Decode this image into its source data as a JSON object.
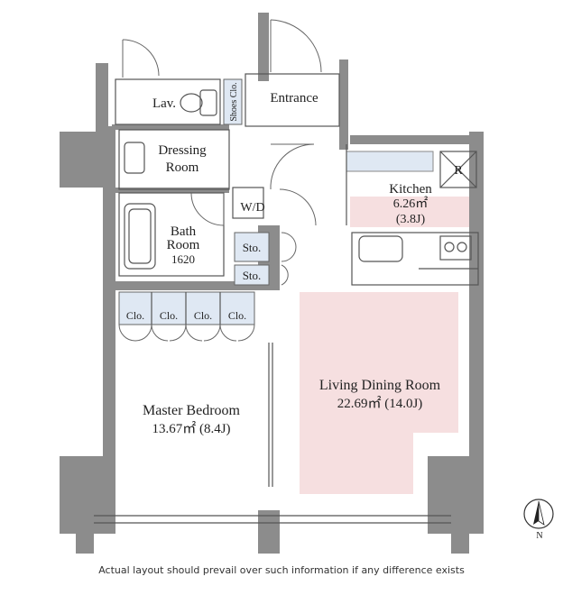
{
  "rooms": {
    "lav": "Lav.",
    "shoes": "Shoes Clo.",
    "entrance": "Entrance",
    "dressing_1": "Dressing",
    "dressing_2": "Room",
    "wd": "W/D",
    "bath_1": "Bath",
    "bath_2": "Room",
    "bath_size": "1620",
    "kitchen_1": "Kitchen",
    "kitchen_2": "6.26㎡",
    "kitchen_3": "(3.8J)",
    "refrigerator": "R",
    "storage_1": "Sto.",
    "storage_2": "Sto.",
    "closets": [
      "Clo.",
      "Clo.",
      "Clo.",
      "Clo."
    ],
    "ldk_1": "Living Dining Room",
    "ldk_2": "22.69㎡ (14.0J)",
    "master_1": "Master Bedroom",
    "master_2": "13.67㎡ (8.4J)"
  },
  "compass": {
    "north_label": "N"
  },
  "disclaimer": "Actual layout should prevail over such information if any difference exists",
  "colors": {
    "wall": "#8c8c8c",
    "ldk_fill": "#f6dfe0",
    "storage_fill": "#dfe8f3",
    "line": "#555555"
  }
}
